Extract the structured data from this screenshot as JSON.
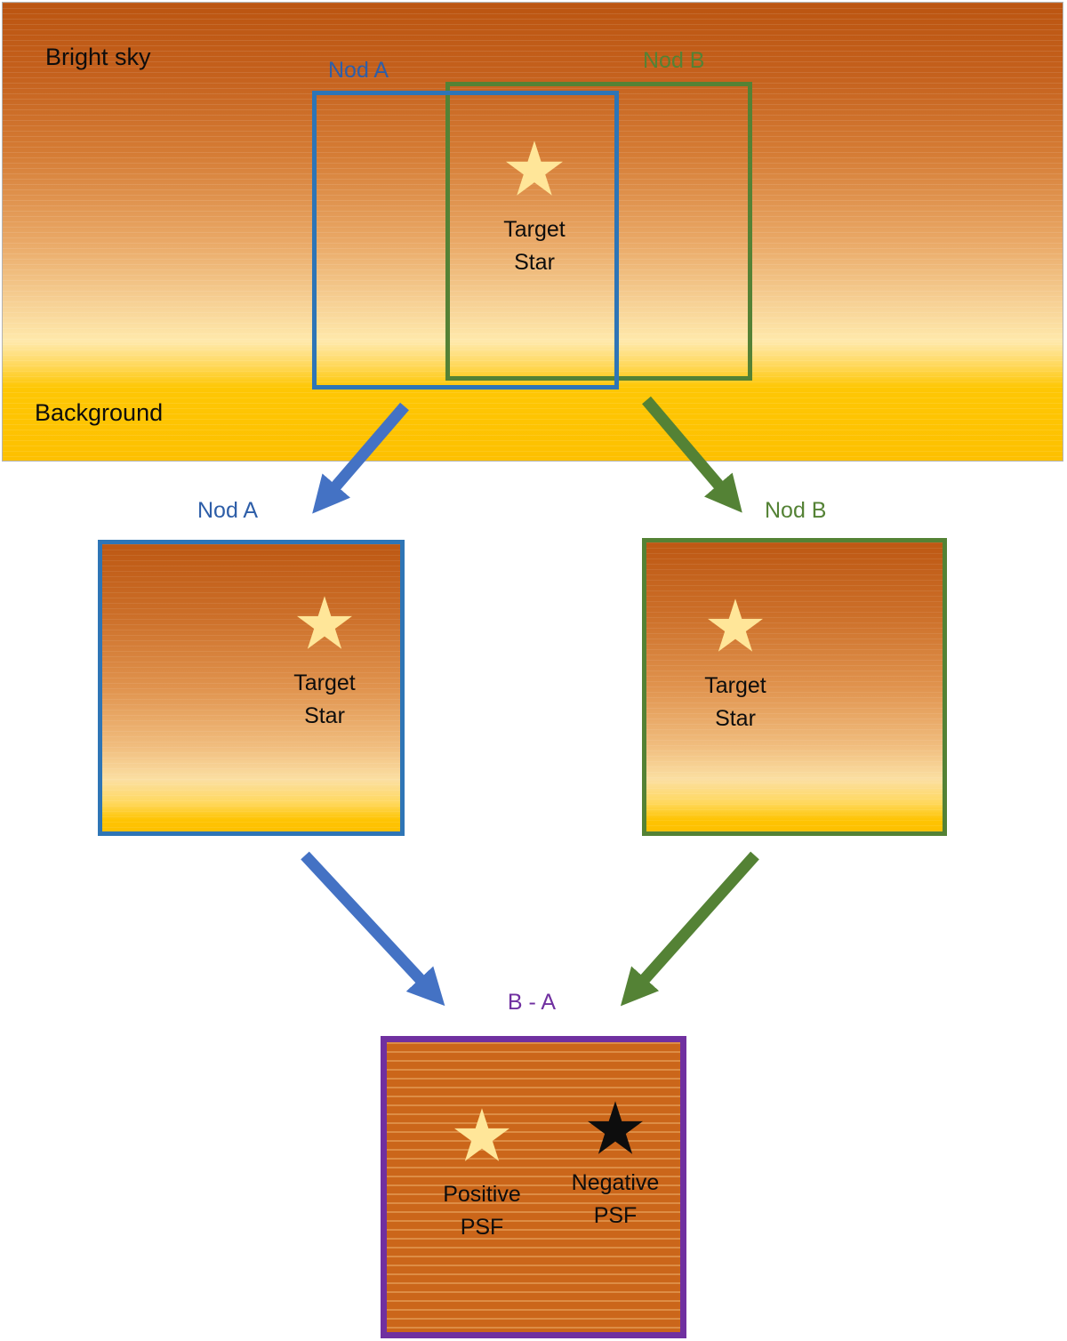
{
  "colors": {
    "nod_a_blue": "#2e75b6",
    "nod_a_text_blue": "#2e5ea8",
    "nod_b_green": "#548235",
    "arrow_blue": "#4472c4",
    "arrow_green": "#548235",
    "difference_purple": "#7030a0",
    "star_positive": "#ffe699",
    "star_negative": "#0d0d0d"
  },
  "sky_panel": {
    "bright_sky_label": "Bright sky",
    "background_label": "Background",
    "nod_a_label": "Nod A",
    "nod_b_label": "Nod B",
    "target_star": {
      "line1": "Target",
      "line2": "Star"
    }
  },
  "nod_a_frame": {
    "label": "Nod A",
    "target_star": {
      "line1": "Target",
      "line2": "Star"
    }
  },
  "nod_b_frame": {
    "label": "Nod B",
    "target_star": {
      "line1": "Target",
      "line2": "Star"
    }
  },
  "difference_frame": {
    "label": "B - A",
    "positive_psf": {
      "line1": "Positive",
      "line2": "PSF"
    },
    "negative_psf": {
      "line1": "Negative",
      "line2": "PSF"
    }
  }
}
